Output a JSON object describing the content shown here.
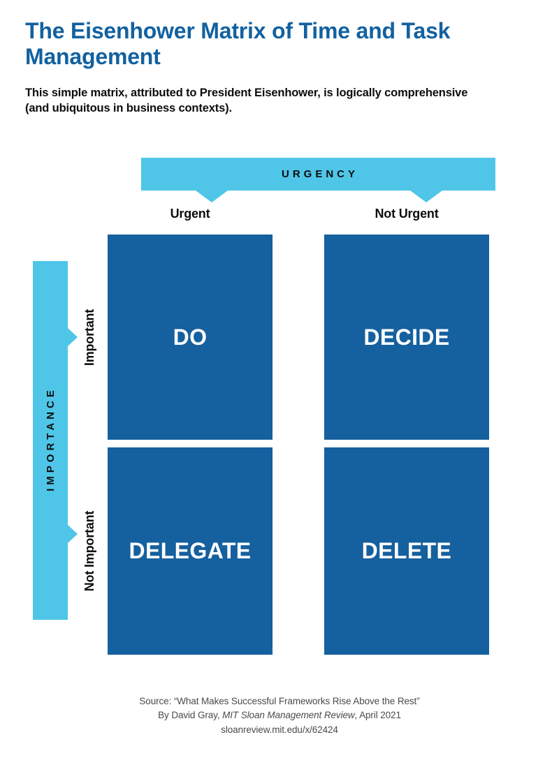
{
  "header": {
    "title": "The Eisenhower Matrix of Time and Task Management",
    "subtitle": "This simple matrix, attributed to President Eisenhower, is logically comprehensive (and ubiquitous in business contexts)."
  },
  "axes": {
    "horizontal": {
      "name": "URGENCY",
      "columns": [
        "Urgent",
        "Not Urgent"
      ]
    },
    "vertical": {
      "name": "IMPORTANCE",
      "rows": [
        "Important",
        "Not Important"
      ]
    }
  },
  "matrix": {
    "quadrants": [
      {
        "label": "DO",
        "urgency": "Urgent",
        "importance": "Important"
      },
      {
        "label": "DECIDE",
        "urgency": "Not Urgent",
        "importance": "Important"
      },
      {
        "label": "DELEGATE",
        "urgency": "Urgent",
        "importance": "Not Important"
      },
      {
        "label": "DELETE",
        "urgency": "Not Urgent",
        "importance": "Not Important"
      }
    ]
  },
  "footer": {
    "line1": "Source: “What Makes Successful Frameworks Rise Above the Rest”",
    "line2_prefix": "By David Gray, ",
    "line2_italic": "MIT Sloan Management Review",
    "line2_suffix": ", April 2021",
    "line3": "sloanreview.mit.edu/x/62424"
  },
  "colors": {
    "accent_light": "#4fc6e8",
    "accent_dark": "#15609e",
    "title": "#1261a0",
    "background": "#ffffff",
    "footer_text": "#4a4a4a"
  },
  "chart_data": {
    "type": "table",
    "title": "The Eisenhower Matrix of Time and Task Management",
    "subtitle": "This simple matrix, attributed to President Eisenhower, is logically comprehensive (and ubiquitous in business contexts).",
    "xlabel": "URGENCY",
    "ylabel": "IMPORTANCE",
    "x_categories": [
      "Urgent",
      "Not Urgent"
    ],
    "y_categories": [
      "Important",
      "Not Important"
    ],
    "cells": [
      [
        "DO",
        "DECIDE"
      ],
      [
        "DELEGATE",
        "DELETE"
      ]
    ],
    "legend": [],
    "grid": false
  }
}
